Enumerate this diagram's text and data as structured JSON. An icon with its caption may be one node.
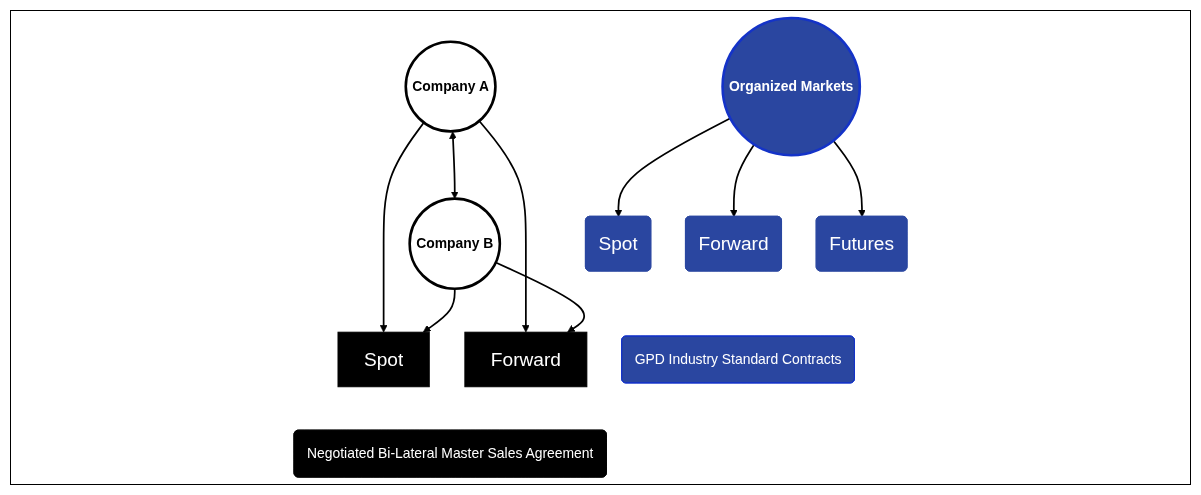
{
  "diagram": {
    "nodes": [
      {
        "text": [
          "Company A"
        ]
      },
      {
        "text": [
          "Company B"
        ]
      },
      {
        "text": [
          "Spot"
        ]
      },
      {
        "text": [
          "Forward"
        ]
      },
      {
        "text": [
          "Negotiated Bi-Lateral Master Sales Agreement"
        ]
      },
      {
        "text": [
          "Organized Markets"
        ]
      },
      {
        "text": [
          "Spot"
        ]
      },
      {
        "text": [
          "Forward"
        ]
      },
      {
        "text": [
          "Futures"
        ]
      },
      {
        "text": [
          "GPD Industry Standard Contracts"
        ]
      }
    ],
    "edges": [
      {
        "from": 0,
        "to": 1,
        "arrow": "both"
      },
      {
        "from": 0,
        "to": 2,
        "arrow": "to"
      },
      {
        "from": 0,
        "to": 3,
        "arrow": "to"
      },
      {
        "from": 1,
        "to": 2,
        "arrow": "to"
      },
      {
        "from": 1,
        "to": 3,
        "arrow": "to"
      },
      {
        "from": 5,
        "to": 6,
        "arrow": "to"
      },
      {
        "from": 5,
        "to": 7,
        "arrow": "to"
      },
      {
        "from": 5,
        "to": 8,
        "arrow": "to"
      }
    ]
  }
}
